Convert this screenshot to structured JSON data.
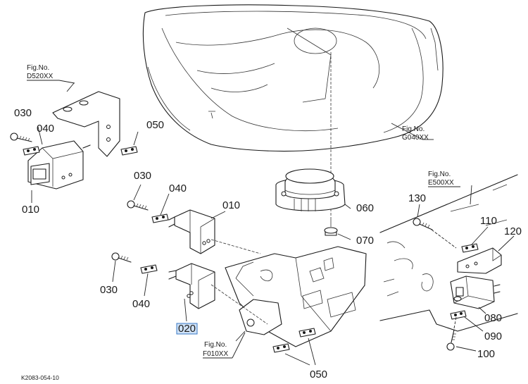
{
  "fig_refs": {
    "d520": [
      "Fig.No.",
      "D520XX"
    ],
    "g040": [
      "Fig.No.",
      "G040XX"
    ],
    "e500": [
      "Fig.No.",
      "E500XX"
    ],
    "f010": [
      "Fig.No.",
      "F010XX"
    ]
  },
  "callouts": {
    "c010a": "010",
    "c030a": "030",
    "c040a": "040",
    "c050a": "050",
    "c030b": "030",
    "c040b": "040",
    "c010b": "010",
    "c030c": "030",
    "c040c": "040",
    "c020": "020",
    "c050b": "050",
    "c060": "060",
    "c070": "070",
    "c130": "130",
    "c110": "110",
    "c120": "120",
    "c080": "080",
    "c090": "090",
    "c100": "100"
  },
  "highlighted_callout": "020",
  "drawing_code": "K2083-054-10"
}
